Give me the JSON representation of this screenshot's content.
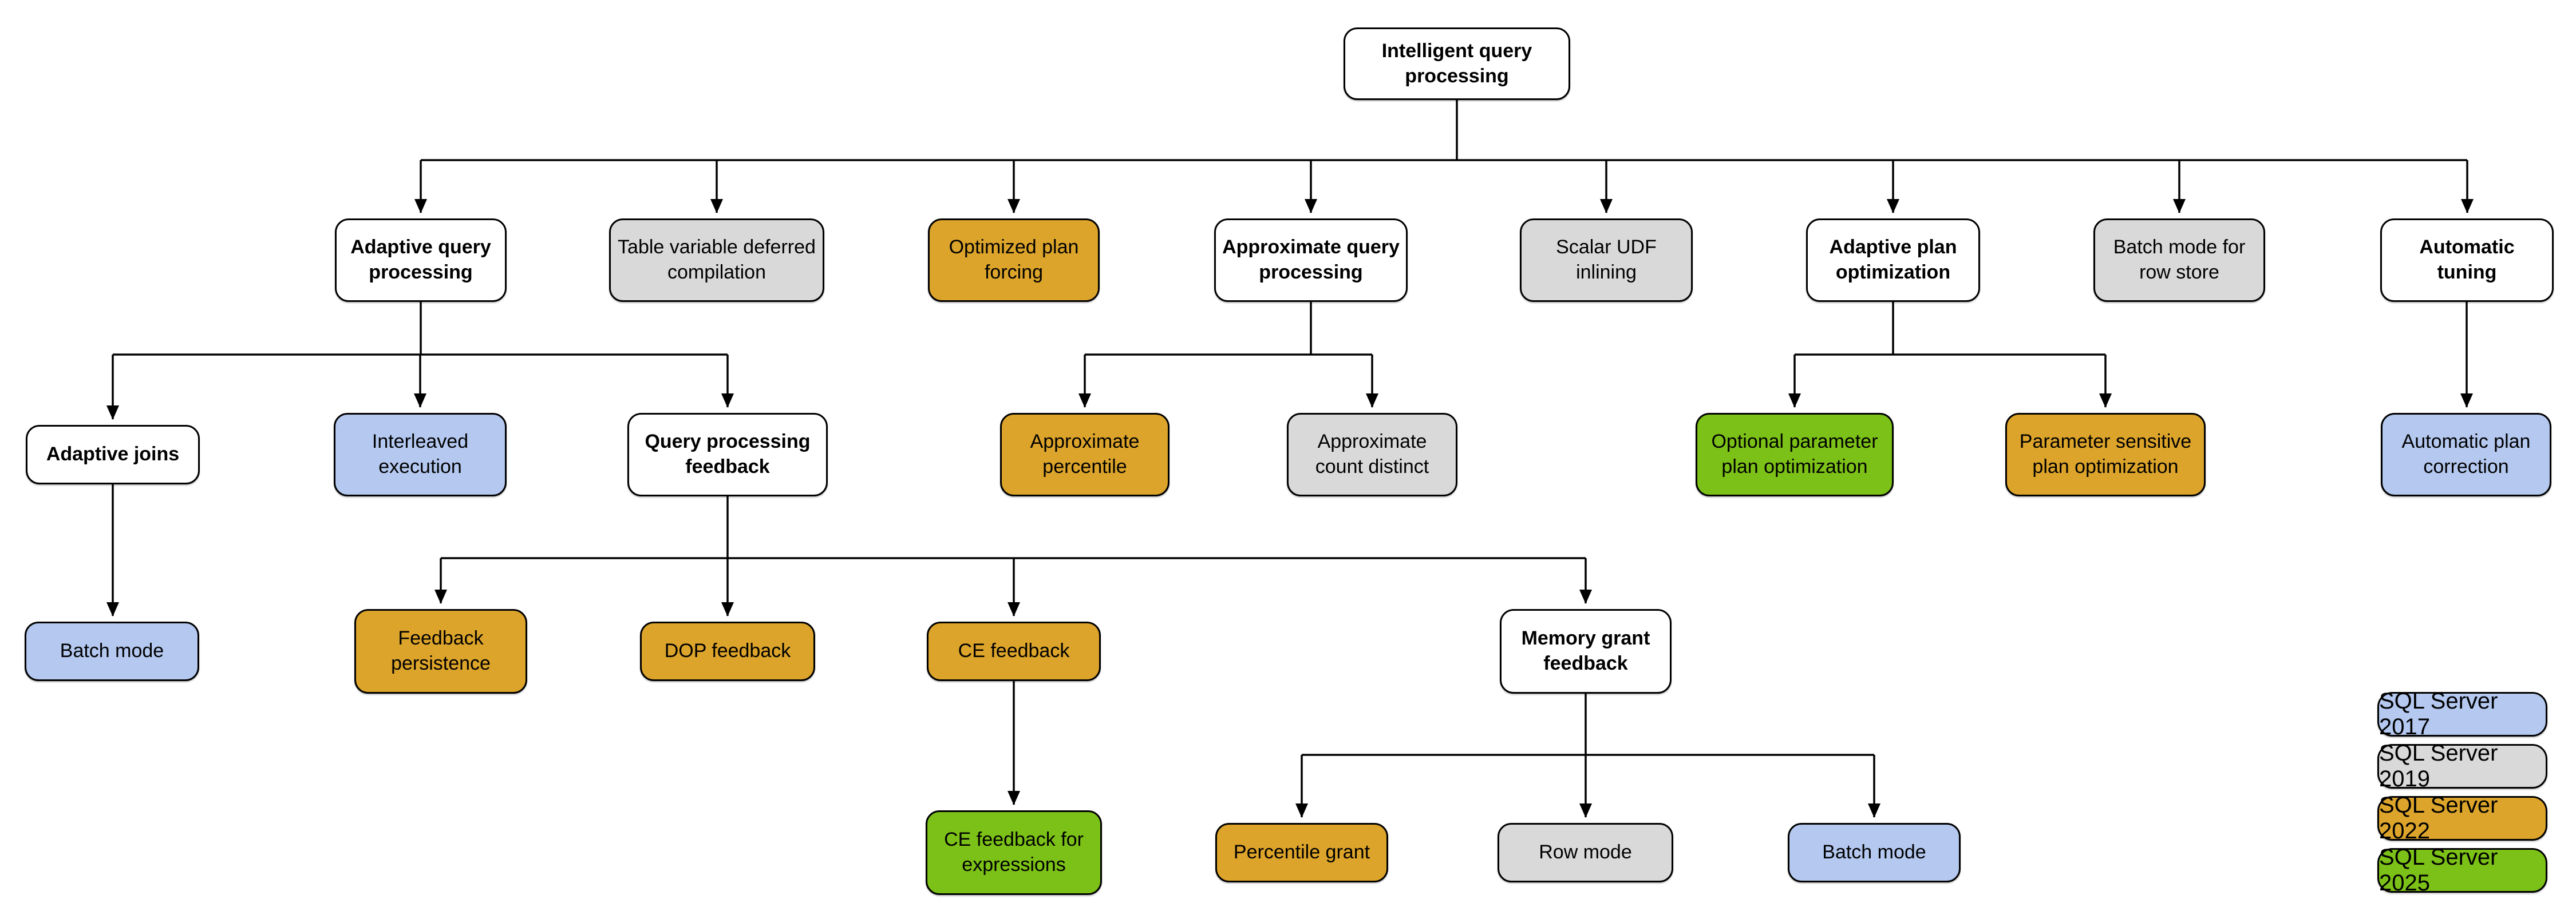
{
  "diagram": {
    "description": "Intelligent query processing feature family tree",
    "nodes": {
      "root": {
        "label": "Intelligent query processing",
        "version": "category"
      },
      "aqp": {
        "label": "Adaptive query processing",
        "version": "category"
      },
      "tvdc": {
        "label": "Table variable deferred compilation",
        "version": "2019"
      },
      "opf": {
        "label": "Optimized plan forcing",
        "version": "2022"
      },
      "aqproc": {
        "label": "Approximate query processing",
        "version": "category"
      },
      "sudf": {
        "label": "Scalar UDF inlining",
        "version": "2019"
      },
      "apo": {
        "label": "Adaptive plan optimization",
        "version": "category"
      },
      "bmrs": {
        "label": "Batch mode for row store",
        "version": "2019"
      },
      "at": {
        "label": "Automatic tuning",
        "version": "category"
      },
      "aj": {
        "label": "Adaptive joins",
        "version": "category"
      },
      "ie": {
        "label": "Interleaved execution",
        "version": "2017"
      },
      "qpf": {
        "label": "Query processing feedback",
        "version": "category"
      },
      "ap": {
        "label": "Approximate percentile",
        "version": "2022"
      },
      "acd": {
        "label": "Approximate count distinct",
        "version": "2019"
      },
      "oppo": {
        "label": "Optional parameter plan optimization",
        "version": "2025"
      },
      "pspo": {
        "label": "Parameter sensitive plan optimization",
        "version": "2022"
      },
      "apc": {
        "label": "Automatic plan correction",
        "version": "2017"
      },
      "bm": {
        "label": "Batch mode",
        "version": "2017"
      },
      "fp": {
        "label": "Feedback persistence",
        "version": "2022"
      },
      "dop": {
        "label": "DOP feedback",
        "version": "2022"
      },
      "ce": {
        "label": "CE feedback",
        "version": "2022"
      },
      "mgf": {
        "label": "Memory grant feedback",
        "version": "category"
      },
      "cefe": {
        "label": "CE feedback for expressions",
        "version": "2025"
      },
      "pg": {
        "label": "Percentile grant",
        "version": "2022"
      },
      "rm": {
        "label": "Row mode",
        "version": "2019"
      },
      "bm2": {
        "label": "Batch mode",
        "version": "2017"
      }
    },
    "edges": [
      {
        "from": "root",
        "to": [
          "aqp",
          "tvdc",
          "opf",
          "aqproc",
          "sudf",
          "apo",
          "bmrs",
          "at"
        ]
      },
      {
        "from": "aqp",
        "to": [
          "aj",
          "ie",
          "qpf"
        ]
      },
      {
        "from": "aqproc",
        "to": [
          "ap",
          "acd"
        ]
      },
      {
        "from": "apo",
        "to": [
          "oppo",
          "pspo"
        ]
      },
      {
        "from": "at",
        "to": [
          "apc"
        ]
      },
      {
        "from": "aj",
        "to": [
          "bm"
        ]
      },
      {
        "from": "qpf",
        "to": [
          "fp",
          "dop",
          "ce",
          "mgf"
        ]
      },
      {
        "from": "ce",
        "to": [
          "cefe"
        ]
      },
      {
        "from": "mgf",
        "to": [
          "pg",
          "rm",
          "bm2"
        ]
      }
    ]
  },
  "legend": {
    "items": [
      {
        "label": "SQL Server 2017",
        "version": "2017",
        "color": "#B4C8F0"
      },
      {
        "label": "SQL Server 2019",
        "version": "2019",
        "color": "#D9D9D9"
      },
      {
        "label": "SQL Server 2022",
        "version": "2022",
        "color": "#DCA42A"
      },
      {
        "label": "SQL Server 2025",
        "version": "2025",
        "color": "#7CC117"
      }
    ]
  },
  "colors": {
    "versions": {
      "category": "#FFFFFF",
      "2017": "#B4C8F0",
      "2019": "#D9D9D9",
      "2022": "#DCA42A",
      "2025": "#7CC117"
    },
    "border": "#000000",
    "connector": "#000000",
    "background": "#FFFFFF"
  }
}
